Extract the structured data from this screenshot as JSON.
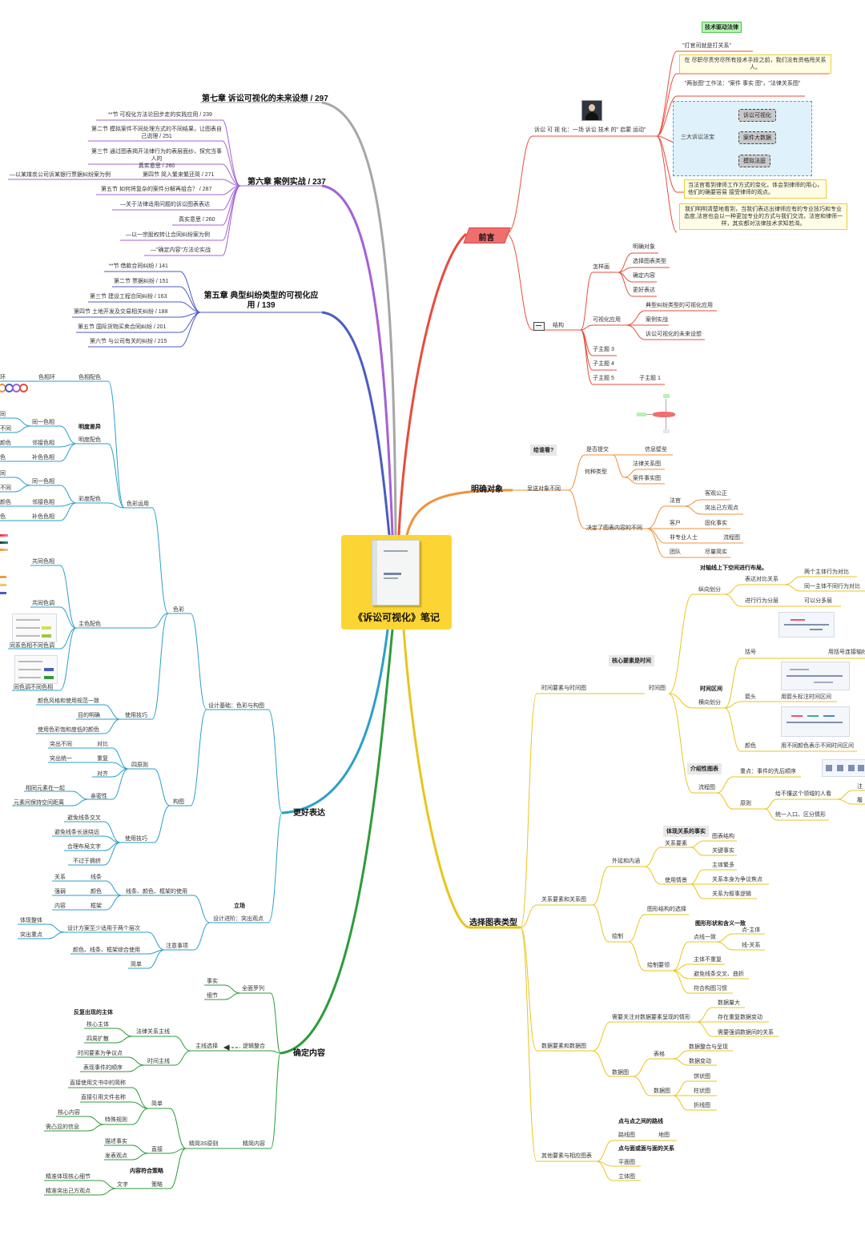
{
  "central": {
    "title": "《诉讼可视化》笔记"
  },
  "colors": {
    "red": "#e74c3c",
    "orange": "#f0913a",
    "yellow": "#e8c51e",
    "green": "#2e9b3a",
    "blue": "#2a9fc9",
    "indigo": "#4a5bc4",
    "purple": "#a560d4",
    "grey": "#a6a6a6"
  },
  "icons": [
    "book-cover-image",
    "author-avatar-image",
    "structure-icon",
    "color-wheel-icon"
  ],
  "preface": {
    "label": "前言",
    "movement": "诉讼 可 视 化：一场 诉讼 技术 的\" 启蒙 运动\"",
    "tech_tag": "技术驱动法律",
    "quote1": "\"打官司就是打关系\"",
    "quote2": "在 尽职尽责穷尽所有技术手段之前，我们没有资格甩关系人。",
    "quote3": "\"两张图\"工作法：\"案件 事实 图\"，\"法律关系图\"",
    "trio": "三大诉讼法宝",
    "trio_items": [
      "诉讼可视化",
      "案件大数据",
      "模拟法庭"
    ],
    "box1": "当法官看到律师工作方式的变化，体会到律师的用心，他们的确要容易 接受律师的观点。",
    "box2": "我们明明清楚地看到，当我们表达出律师应有的专业技巧和专业态度,法官也会以一种更加专业的方式与我们交流，法官和律师一样，其实都对法律技术求知若渴。",
    "structure": "结构",
    "how": "怎样画",
    "how_items": [
      "明确对象",
      "选择图表类型",
      "确定内容",
      "更好表达"
    ],
    "apply": "可视化应用",
    "apply_items": [
      "典型纠纷类型的可视化应用",
      "案例实战",
      "诉讼可视化的未来设想"
    ],
    "subtopics": [
      "子主题 3",
      "子主题 4",
      "子主题 5",
      "子主题 1"
    ]
  },
  "target": {
    "label": "明确对象",
    "who": "给谁看?",
    "present": "呈送对象不同",
    "submit": "是否提交",
    "what_type": "何种类型",
    "wall": "信息壁垒",
    "law_rel": "法律关系图",
    "case_facts": "案件事实图",
    "decide": "决定了图表内容的不同",
    "judge": "法官",
    "judge_items": [
      "客观公正",
      "突出己方观点"
    ],
    "client": "客户",
    "client_item": "固化事实",
    "nonpro": "非专业人士",
    "nonpro_item": "流程图",
    "team": "团队",
    "team_item": "尽量简实"
  },
  "chart_type": {
    "label": "选择图表类型",
    "time_rel": "时间要素与时间图",
    "core_tag": "核心要素是时间",
    "time_chart": "时间图",
    "vertical": "纵向划分",
    "vert_tag": "对轴线上下空间进行布局。",
    "vert_a": "表达对比关系",
    "vert_a1": "两个主体行为对比",
    "vert_a2": "同一主体不同行为对比",
    "vert_b": "进行行为分层",
    "vert_b1": "可以分多层",
    "interval_tag": "时间区间",
    "horizontal": "横向划分",
    "bracket": "括号",
    "bracket_note": "用括号连接轴线",
    "arrow": "箭头",
    "arrow_note": "用箭头标注时间区间",
    "color": "颜色",
    "color_note": "用不同颜色表示不同时间区间",
    "intro_tag": "介绍性图表",
    "flow": "流程图",
    "key_point": "重点：事件的先后顺序",
    "principle": "原则",
    "principle_1": "给不懂这个领域的人看",
    "principle_1a": "注",
    "principle_1b": "履",
    "principle_2": "统一入口、区分情形",
    "rel_elem": "关系要素和关系图",
    "rel_tag": "体现关系的事实",
    "ext": "外延和内涵",
    "rel_elem2": "关系要素",
    "rel_items": [
      "图表结构",
      "关键事实"
    ],
    "use": "使用情景",
    "use_items": [
      "主体繁多",
      "关系本身为争议焦点",
      "关系为叙事逻辑"
    ],
    "draw": "绘制",
    "draw_struct": "图形结构的选择",
    "shape_tag": "图形形状和含义一致",
    "point_line": "点线一致",
    "dot_subject": "点-主体",
    "line_rel": "线-关系",
    "draw_req": "绘制要领",
    "draw_req_items": [
      "主体不重复",
      "避免线条交叉、曲折",
      "符合构图习惯"
    ],
    "data_elem": "数据要素和数据图",
    "data_focus": "需要关注对数据要素呈现的情形",
    "data_focus_items": [
      "数据量大",
      "存在重复数据变动",
      "需要强调数据间的关系"
    ],
    "data_chart": "数据图",
    "table": "表格",
    "table_items": [
      "数据整合与呈现",
      "数据变动"
    ],
    "data_g": "数据图",
    "data_g_items": [
      "饼状图",
      "柱状图",
      "折线图"
    ],
    "other": "其他要素与相应图表",
    "route_tag": "点与点之间的路线",
    "route": "路线图",
    "map": "地图",
    "plane_tag": "点与面或面与面的关系",
    "plane": "平面图",
    "solid": "立体图"
  },
  "content": {
    "label": "确定内容",
    "full": "全面罗列",
    "full_items": [
      "事实",
      "细节"
    ],
    "logic": "逻辑整合",
    "main_line": "主线选择",
    "repeat_tag": "反复出现的主体",
    "law_line": "法律关系主线",
    "law_items": [
      "核心主体",
      "四周扩散"
    ],
    "time_line": "时间主线",
    "time_items": [
      "时间要素为争议点",
      "表现事件的顺序"
    ],
    "refine": "精简内容",
    "three_s": "精简3S原则",
    "simple": "简单",
    "simple_items": [
      "直接使用文书中的简称",
      "直接引用文件名称"
    ],
    "special": "特殊规则",
    "special_items": [
      "核心内容",
      "需凸显的信息"
    ],
    "direct": "直接",
    "direct_items": [
      "描述事实",
      "发表观点"
    ],
    "strategy_tag": "内容符合策略",
    "strategy": "策略",
    "text": "文字",
    "text_items": [
      "精准体现核心细节",
      "精准突出己方观点"
    ]
  },
  "express": {
    "label": "更好表达",
    "basic": "设计基础：色彩与构图",
    "color": "色彩",
    "color_use": "色彩运用",
    "hue_match": "色相配色",
    "ring": "色相环",
    "ring_left": "环",
    "bright_tag": "明度差异",
    "bright_match": "明度配色",
    "same_hue": "同一色相",
    "adjacent": "邻接色相",
    "complement": "补色色相",
    "edge_same": "同",
    "edge_diff": "不同",
    "edge_color": "颜色",
    "edge_color2": "色",
    "sat_match": "彩度配色",
    "main_match": "主色配色",
    "common_hue": "共同色相",
    "common_tone": "共同色调",
    "same_diff": "同系色相不同色调",
    "same_tone_diff": "同色调不同色相",
    "use_tips": "使用技巧",
    "tips_items": [
      "颜色风格和使用规范一致",
      "目的明确",
      "使用色彩饱和度低的颜色"
    ],
    "compose": "构图",
    "four": "四原则",
    "contrast": "对比",
    "contrast_l": "突出不同",
    "repeat": "重复",
    "repeat_l": "突出统一",
    "align": "对齐",
    "close": "亲密性",
    "close_items": [
      "相同元素在一起",
      "元素间保持空间距离"
    ],
    "compose_tips": "使用技巧",
    "compose_tips_items": [
      "避免线条交叉",
      "避免线条长途绕远",
      "合理布局文字",
      "不过于拥挤"
    ],
    "advanced": "设计进阶：突出观点",
    "stand_tag": "立场",
    "lines_use": "线条、颜色、框架的使用",
    "lines_items": [
      [
        "关系",
        "线条"
      ],
      [
        "强弱",
        "颜色"
      ],
      [
        "内容",
        "框架"
      ]
    ],
    "notes": "注意事项",
    "layers": "设计方案至少适用于两个层次",
    "layers_items": [
      "体现整体",
      "突出重点"
    ],
    "combine": "颜色、线条、框架综合使用",
    "brief": "简单"
  },
  "chapters": {
    "ch7": "第七章 诉讼可视化的未来设想 / 297",
    "ch6": "第六章 案例实战 / 237",
    "ch6_items": [
      "**节 可视化方法论回步走的实践应用 / 239",
      "第二节 模拟案件不同处理方式的不同结果，让图表自己说理 / 251",
      "第三节 通过图表揭开法律行为的表层面纱，探究当事人的",
      "第四节 简入繁来繁还简 / 271",
      "第五节 如何将复杂的案件分解再组合？ / 287",
      "—关于法律适用问题的诉讼图表表达",
      "真实意思 / 260",
      "—以一宗股权转让合同纠纷案为例",
      "—\"确定内容\"方法论实战"
    ],
    "ch6_side": "—以某煤炭公司诉某银行票据纠纷案为例",
    "ch5": "第五章 典型纠纷类型的可视化应用 / 139",
    "ch5_items": [
      "**节 借款合同纠纷 / 141",
      "第二节 票据纠纷 / 151",
      "第三节 建设工程合同纠纷 / 163",
      "第四节 土地开发及交易相关纠纷 / 188",
      "第五节 国际货物买卖合同纠纷 / 201",
      "第六节 与公司有关的纠纷 / 215"
    ]
  }
}
